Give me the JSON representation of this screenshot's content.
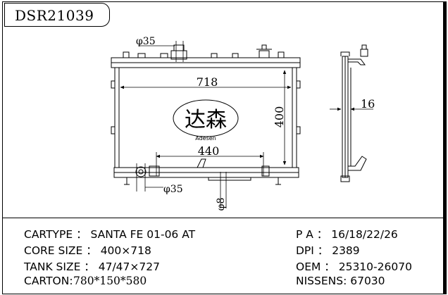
{
  "title": "DSR21039",
  "diagram": {
    "dim_top_diameter": "φ35",
    "dim_width": "718",
    "dim_height": "400",
    "dim_inner": "440",
    "dim_bottom_diameter": "φ35",
    "dim_small_diameter": "φ8",
    "dim_thickness": "16",
    "logo_text": "达森",
    "logo_subtext": "Adesen"
  },
  "specs": {
    "cartype_label": "CARTYPE ： SANTA FE 01-06 AT",
    "core_label": "CORE SIZE ： 400×718",
    "tank_label": "TANK SIZE ： 47/47×727",
    "carton_label": "CARTON:",
    "carton_value": "780*150*580",
    "pa_label": "P A ： 16/18/22/26",
    "dpi_label": "DPI ： 2389",
    "oem_label": "OEM ： 25310-26070",
    "nissens_label": "NISSENS: 67030"
  }
}
